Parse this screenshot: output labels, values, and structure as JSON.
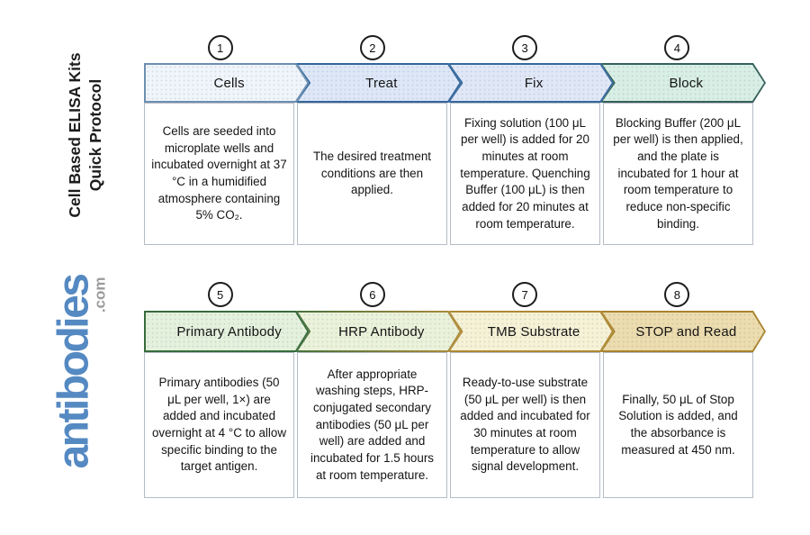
{
  "sidebar": {
    "title_line1": "Cell Based ELISA Kits",
    "title_line2": "Quick Protocol",
    "logo_text": "antibodies",
    "logo_suffix": ".com",
    "logo_color": "#5589c2",
    "suffix_color": "#9b9b9b"
  },
  "steps": [
    {
      "number": "1",
      "label": "Cells",
      "fill": "#f0f5fb",
      "border": "#6c8fb0",
      "body": "Cells are seeded into microplate wells and incubated overnight at 37 °C in a humidified atmosphere containing 5% CO₂."
    },
    {
      "number": "2",
      "label": "Treat",
      "fill": "#dde7f8",
      "border": "#34659b",
      "body": "The desired treatment conditions are then applied."
    },
    {
      "number": "3",
      "label": "Fix",
      "fill": "#e0e8f8",
      "border": "#35689e",
      "body": "Fixing solution (100 μL per well) is added for 20 minutes at room temperature. Quenching Buffer (100 μL) is then added for 20 minutes at room temperature."
    },
    {
      "number": "4",
      "label": "Block",
      "fill": "#d8efe5",
      "border": "#35615a",
      "body": "Blocking Buffer (200 μL per well) is then applied, and the plate is incubated for 1 hour at room temperature to reduce non-specific binding."
    },
    {
      "number": "5",
      "label": "Primary Antibody",
      "fill": "#e3f1dd",
      "border": "#386b3c",
      "body": "Primary antibodies (50 μL per well, 1×) are added and incubated overnight at 4 °C to allow specific binding to the target antigen."
    },
    {
      "number": "6",
      "label": "HRP Antibody",
      "fill": "#ebf2da",
      "border": "linear-gradient(90deg, #47703c, #b08c3c)",
      "body": "After appropriate washing steps, HRP-conjugated secondary antibodies (50 μL per well) are added and incubated for 1.5 hours at room temperature."
    },
    {
      "number": "7",
      "label": "TMB Substrate",
      "fill": "#f6f2d6",
      "border": "#ad8933",
      "body": "Ready-to-use substrate (50 μL per well) is then added and incubated for 30 minutes at room temperature to allow signal development."
    },
    {
      "number": "8",
      "label": "STOP and Read",
      "fill": "#ecdcae",
      "border": "#a8832d",
      "body": "Finally, 50 μL of Stop Solution is added, and the absorbance is measured at 450 nm."
    }
  ]
}
